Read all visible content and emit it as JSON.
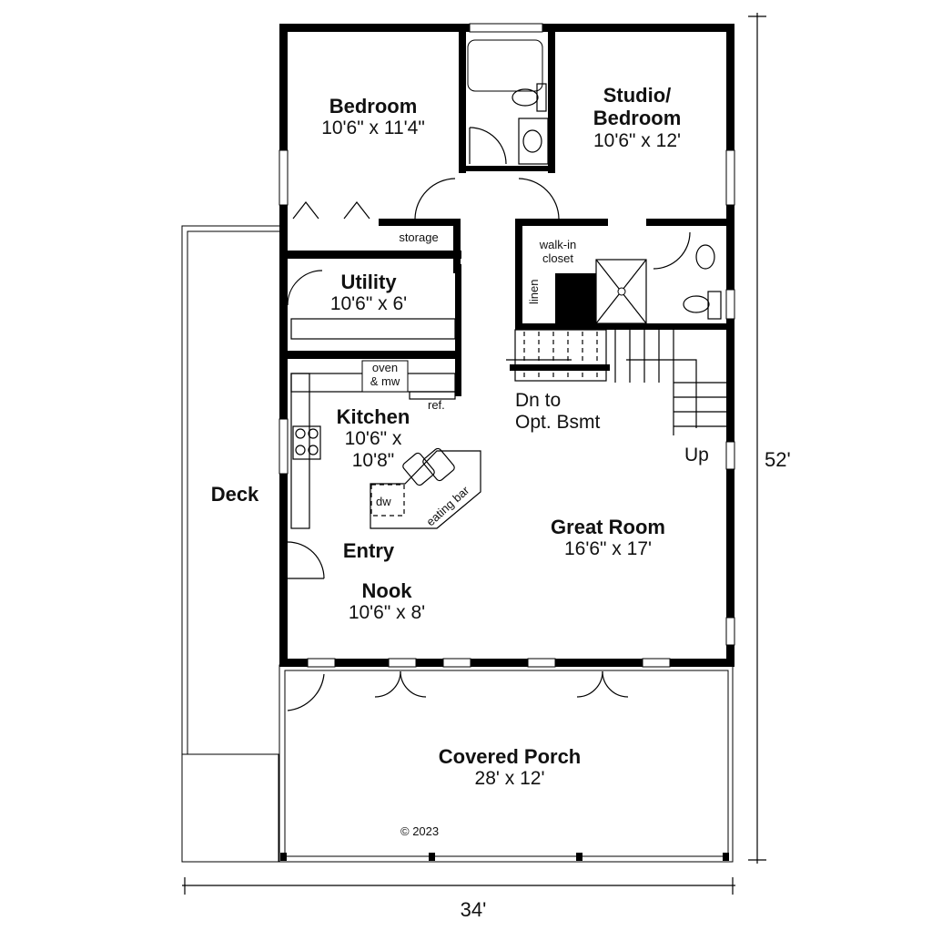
{
  "plan": {
    "rooms": [
      {
        "name": "Bedroom",
        "size": "10'6\" x 11'4\""
      },
      {
        "name": "Studio/",
        "name2": "Bedroom",
        "size": "10'6\" x 12'"
      },
      {
        "name": "Utility",
        "size": "10'6\" x 6'"
      },
      {
        "name": "Kitchen",
        "size": "10'6\" x",
        "size2": "10'8\""
      },
      {
        "name": "Entry"
      },
      {
        "name": "Nook",
        "size": "10'6\" x 8'"
      },
      {
        "name": "Great Room",
        "size": "16'6\" x 17'"
      },
      {
        "name": "Deck"
      },
      {
        "name": "Covered Porch",
        "size": "28' x 12'"
      }
    ],
    "small_labels": {
      "storage": "storage",
      "walk_in_1": "walk-in",
      "walk_in_2": "closet",
      "linen": "linen",
      "oven_1": "oven",
      "oven_2": "& mw",
      "ref": "ref.",
      "dw": "dw",
      "eating_bar": "eating bar"
    },
    "stairs": {
      "down_1": "Dn to",
      "down_2": "Opt. Bsmt",
      "up": "Up"
    },
    "dimensions": {
      "width": "34'",
      "depth": "52'"
    },
    "copyright": "© 2023"
  }
}
